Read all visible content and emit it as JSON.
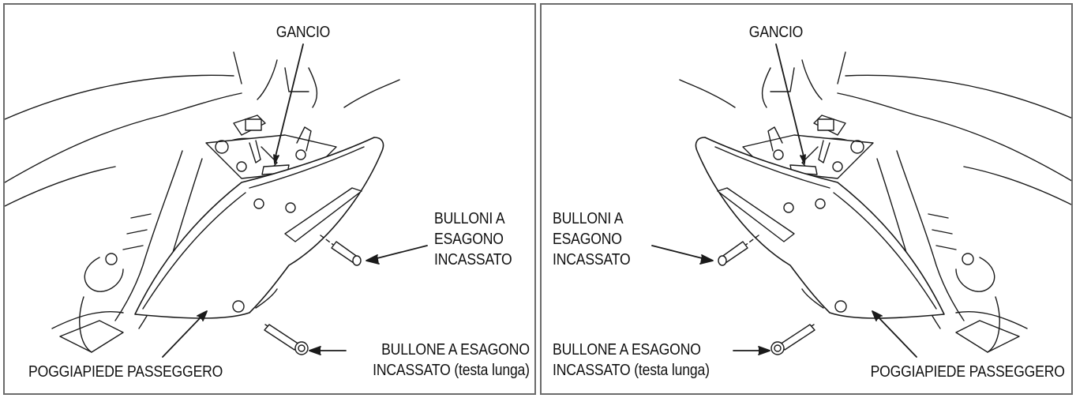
{
  "panels": {
    "left": {
      "hook": "GANCIO",
      "socket_bolts": [
        "BULLONI A",
        "ESAGONO",
        "INCASSATO"
      ],
      "long_bolt": [
        "BULLONE A ESAGONO",
        "INCASSATO (testa lunga)"
      ],
      "footrest": "POGGIAPIEDE PASSEGGERO"
    },
    "right": {
      "hook": "GANCIO",
      "socket_bolts": [
        "BULLONI A",
        "ESAGONO",
        "INCASSATO"
      ],
      "long_bolt": [
        "BULLONE A ESAGONO",
        "INCASSATO (testa lunga)"
      ],
      "footrest": "POGGIAPIEDE PASSEGGERO"
    }
  },
  "colors": {
    "line": "#1a1a1a",
    "frame": "#6b6b6b",
    "shade": "#f2f2f2"
  }
}
